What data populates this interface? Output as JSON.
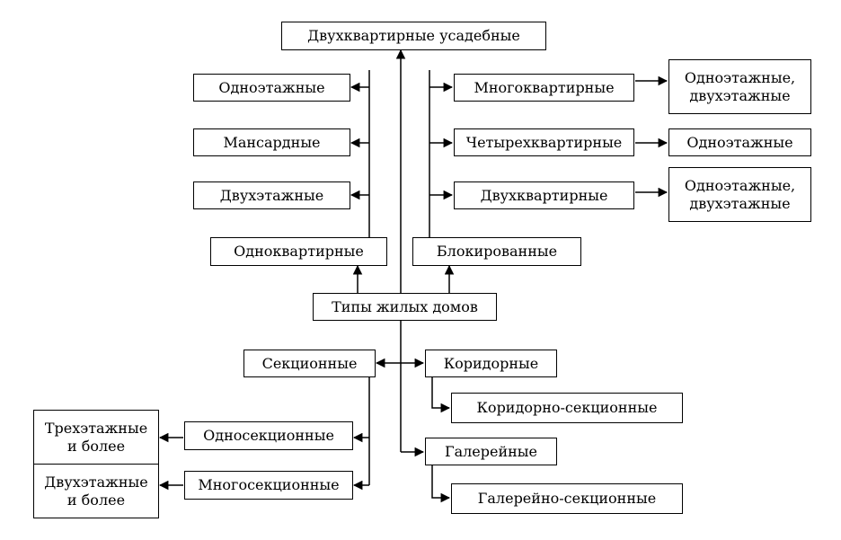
{
  "diagram": {
    "root": "Типы жилых домов",
    "one_apartment": "Одноквартирные",
    "blocked": "Блокированные",
    "two_apartment_manor": "Двухквартирные усадебные",
    "one_storey": "Одноэтажные",
    "mansard": "Мансардные",
    "two_storey": "Двухэтажные",
    "multi_apartment": "Многоквартирные",
    "four_apartment": "Четырехквартирные",
    "two_apartment": "Двухквартирные",
    "multi_apartment_result": "Одноэтажные,\nдвухэтажные",
    "four_apartment_result": "Одноэтажные",
    "two_apartment_result": "Одноэтажные,\nдвухэтажные",
    "sectional": "Секционные",
    "corridor": "Коридорные",
    "corridor_sectional": "Коридорно-секционные",
    "gallery": "Галерейные",
    "gallery_sectional": "Галерейно-секционные",
    "one_section": "Односекционные",
    "multi_section": "Многосекционные",
    "three_storey_more": "Трехэтажные\nи более",
    "two_storey_more": "Двухэтажные\nи более"
  }
}
